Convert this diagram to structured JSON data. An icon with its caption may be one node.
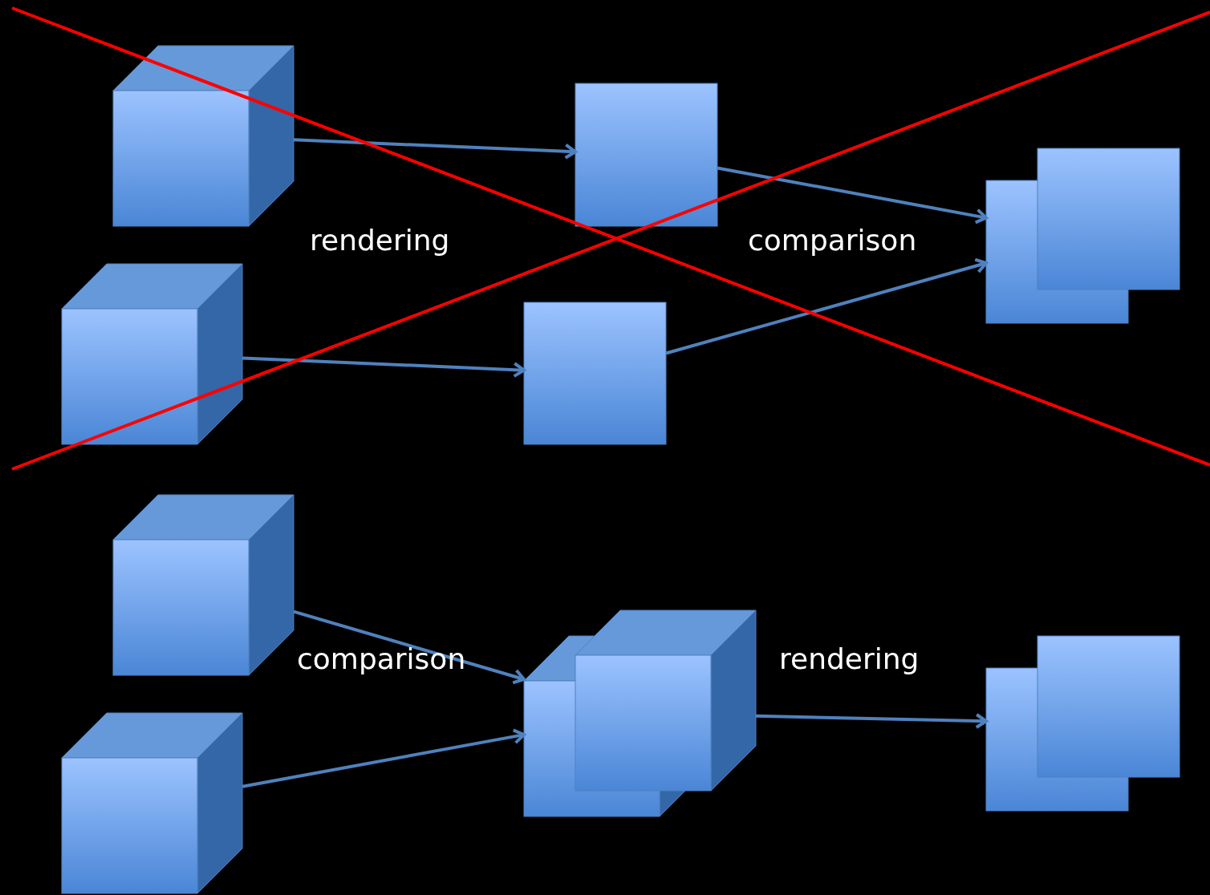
{
  "diagram": {
    "nodes": [
      {
        "text": [],
        "shape": "cube"
      },
      {
        "text": [],
        "shape": "cube"
      },
      {
        "text": [],
        "shape": "box"
      },
      {
        "text": [],
        "shape": "box"
      },
      {
        "text": [],
        "shape": "box-stack"
      },
      {
        "text": [],
        "shape": "cube"
      },
      {
        "text": [],
        "shape": "cube"
      },
      {
        "text": [],
        "shape": "cube-stack"
      },
      {
        "text": [],
        "shape": "box-stack"
      }
    ],
    "edges": [
      {
        "from": 0,
        "to": 2,
        "arrow": "to"
      },
      {
        "from": 1,
        "to": 3,
        "arrow": "to"
      },
      {
        "from": 2,
        "to": 4,
        "arrow": "to"
      },
      {
        "from": 3,
        "to": 4,
        "arrow": "to"
      },
      {
        "from": 5,
        "to": 7,
        "arrow": "to"
      },
      {
        "from": 6,
        "to": 7,
        "arrow": "to"
      },
      {
        "from": 7,
        "to": 8,
        "arrow": "to"
      }
    ],
    "labels": [
      "rendering",
      "comparison",
      "comparison",
      "rendering"
    ]
  }
}
